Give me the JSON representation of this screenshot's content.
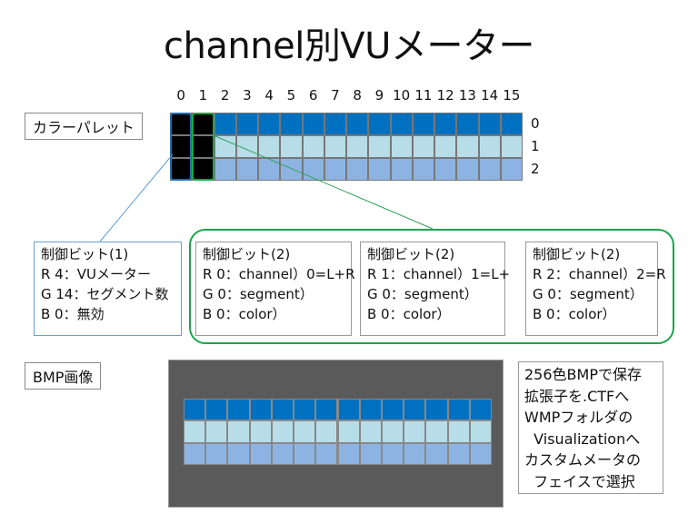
{
  "title": "channel別VUメーター",
  "palette": {
    "label": "カラーパレット",
    "column_numbers": [
      "0",
      "1",
      "2",
      "3",
      "4",
      "5",
      "6",
      "7",
      "8",
      "9",
      "10",
      "11",
      "12",
      "13",
      "14",
      "15"
    ],
    "row_numbers": [
      "0",
      "1",
      "2"
    ],
    "columns": 16,
    "rows": 3,
    "control_columns": 2,
    "row_colors": [
      "#0070c0",
      "#b7dde8",
      "#8db3e2"
    ],
    "control_color": "#000000",
    "grid_color": "#777777",
    "selection_colors": {
      "control1": "#1f6fb4",
      "control2": "#1aa54b"
    }
  },
  "control_bits_1": {
    "lines": [
      "制御ビット(1)",
      "R 4：VUメーター",
      "G 14：セグメント数",
      "B 0：無効"
    ]
  },
  "control_bits_2": [
    {
      "lines": [
        "制御ビット(2)",
        "R 0：channel）0=L+R",
        "G 0：segment）",
        "B 0：color）"
      ]
    },
    {
      "lines": [
        "制御ビット(2)",
        "R 1：channel）1=L+",
        "G 0：segment）",
        "B 0：color）"
      ]
    },
    {
      "lines": [
        "制御ビット(2)",
        "R 2：channel）2=R",
        "G 0：segment）",
        "B 0：color）"
      ]
    }
  ],
  "bmp": {
    "label": "BMP画像",
    "columns": 14,
    "rows": 3,
    "background": "#5a5a5a"
  },
  "notes": {
    "lines": [
      "256色BMPで保存",
      "拡張子を.CTFへ",
      "WMPフォルダの",
      "  Visualizationへ",
      "カスタムメータの",
      "  フェイスで選択"
    ]
  }
}
